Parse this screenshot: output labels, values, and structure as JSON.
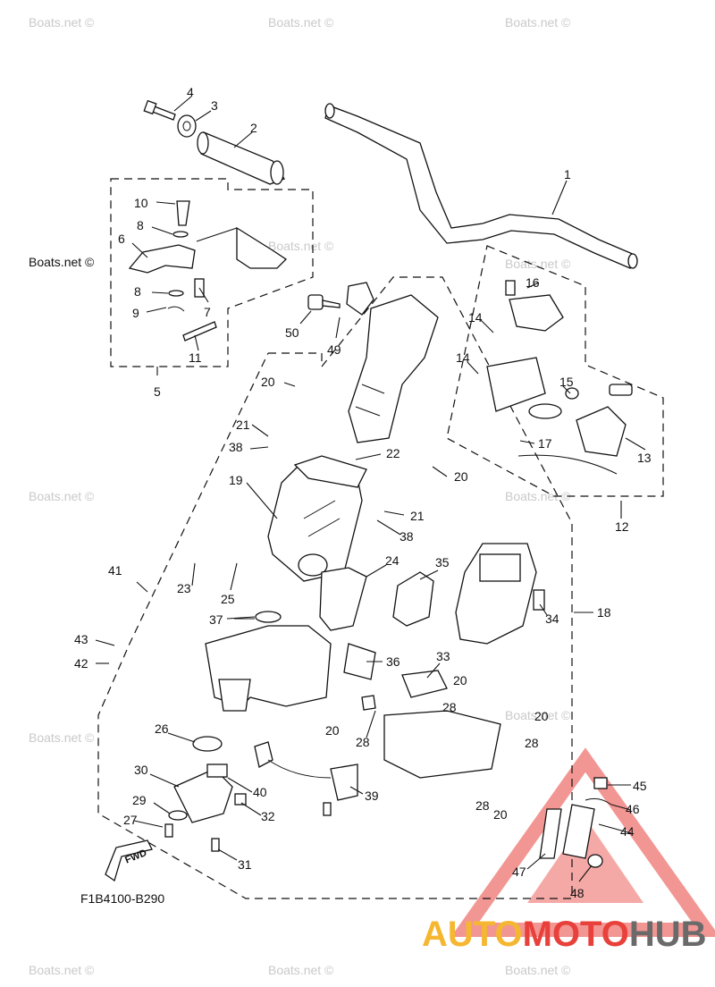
{
  "diagram_code": "F1B4100-B290",
  "watermark_text": "Boats.net ©",
  "fwd_label": "FWD",
  "brand": {
    "part1": "AUTO",
    "part2": "MOTO",
    "part3": "HUB"
  },
  "colors": {
    "brand_yellow": "#f5b731",
    "brand_red": "#e8403a",
    "brand_gray": "#6a6a6a",
    "triangle_red": "#e8403a"
  },
  "labels": {
    "p1": "1",
    "p2": "2",
    "p3": "3",
    "p4": "4",
    "p5": "5",
    "p6": "6",
    "p7": "7",
    "p8a": "8",
    "p8b": "8",
    "p9": "9",
    "p10": "10",
    "p11": "11",
    "p12": "12",
    "p13": "13",
    "p14a": "14",
    "p14b": "14",
    "p15": "15",
    "p16": "16",
    "p17": "17",
    "p18": "18",
    "p19": "19",
    "p20a": "20",
    "p20b": "20",
    "p20c": "20",
    "p20d": "20",
    "p20e": "20",
    "p20f": "20",
    "p21a": "21",
    "p21b": "21",
    "p22": "22",
    "p23": "23",
    "p24": "24",
    "p25": "25",
    "p26": "26",
    "p27": "27",
    "p28a": "28",
    "p28b": "28",
    "p28c": "28",
    "p28d": "28",
    "p29": "29",
    "p30": "30",
    "p31": "31",
    "p32": "32",
    "p33": "33",
    "p34": "34",
    "p35": "35",
    "p36": "36",
    "p37": "37",
    "p38a": "38",
    "p38b": "38",
    "p39": "39",
    "p40": "40",
    "p41": "41",
    "p42": "42",
    "p43": "43",
    "p44": "44",
    "p45": "45",
    "p46": "46",
    "p47": "47",
    "p48": "48",
    "p49": "49",
    "p50": "50"
  }
}
